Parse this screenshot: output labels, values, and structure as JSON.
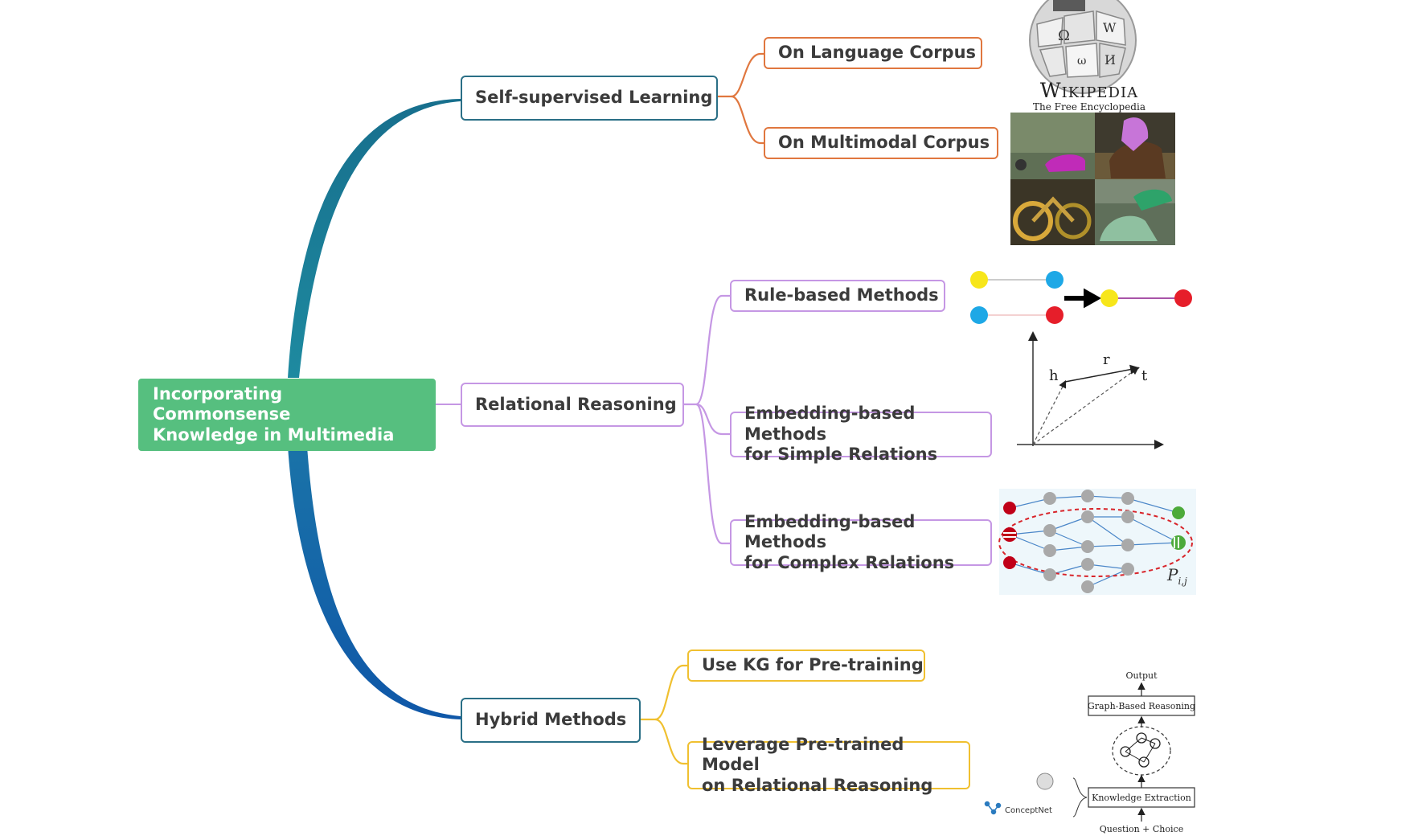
{
  "root": {
    "line1": "Incorporating Commonsense",
    "line2": "Knowledge in Multimedia"
  },
  "branches": {
    "self_supervised": {
      "label": "Self-supervised Learning",
      "children": [
        "On Language Corpus",
        "On Multimodal Corpus"
      ]
    },
    "relational": {
      "label": "Relational Reasoning",
      "rule": "Rule-based Methods",
      "simple": {
        "line1": "Embedding-based Methods",
        "line2": "for Simple Relations"
      },
      "complex": {
        "line1": "Embedding-based Methods",
        "line2": "for Complex Relations"
      }
    },
    "hybrid": {
      "label": "Hybrid Methods",
      "pretrain": "Use KG for Pre-training",
      "leverage": {
        "line1": "Leverage Pre-trained Model",
        "line2": "on Relational Reasoning"
      }
    }
  },
  "illustrations": {
    "wikipedia": {
      "wordmark": "Wikipedia",
      "tagline": "The Free Encyclopedia"
    },
    "vector": {
      "h": "h",
      "r": "r",
      "t": "t"
    },
    "path": {
      "label": "P",
      "sub": "i,j"
    },
    "pipeline": {
      "output": "Output",
      "graph": "Graph-Based Reasoning",
      "extract": "Knowledge Extraction",
      "input": "Question + Choice",
      "conceptnet": "ConceptNet"
    }
  },
  "colors": {
    "root": "#56bf7f",
    "main_branch_top": "#1f7f96",
    "main_branch_bottom": "#1460a8",
    "self_supervised": "#e0773f",
    "relational": "#c597e4",
    "hybrid": "#f0c030"
  }
}
